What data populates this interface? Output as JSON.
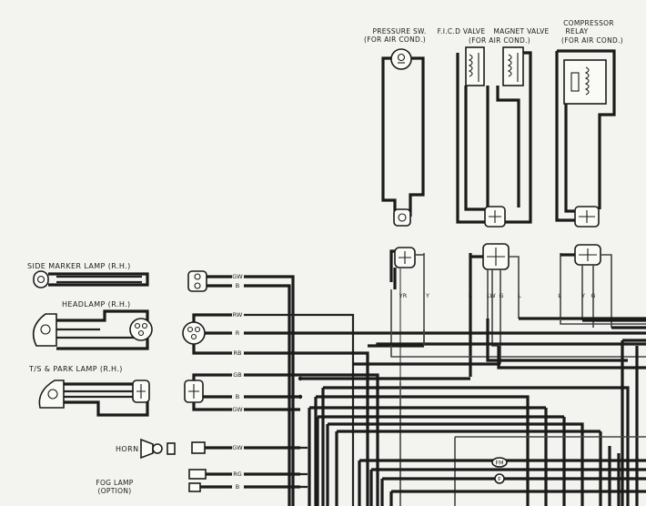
{
  "components": {
    "pressure_switch": [
      "PRESSURE SW.",
      "(FOR AIR COND.)"
    ],
    "ficd_valve": [
      "F.I.C.D VALVE"
    ],
    "magnet_valve": [
      "MAGNET VALVE",
      "(FOR AIR COND.)"
    ],
    "compressor_relay": [
      "COMPRESSOR",
      "RELAY",
      "(FOR AIR COND.)"
    ],
    "side_marker_lamp": "SIDE MARKER LAMP (R.H.)",
    "headlamp": "HEADLAMP  (R.H.)",
    "ts_park_lamp": "T/S & PARK LAMP (R.H.)",
    "horn": "HORN",
    "fog_lamp": [
      "FOG LAMP",
      "(OPTION)"
    ]
  },
  "wire_codes": {
    "side_marker": [
      "GW",
      "B"
    ],
    "headlamp": [
      "RW",
      "R",
      "RB"
    ],
    "ts_park": [
      "GB",
      "B",
      "GW"
    ],
    "horn": [
      "GW"
    ],
    "fog_lamp": [
      "RG",
      "B"
    ],
    "top_row": [
      "YR",
      "Y",
      "B",
      "LW",
      "G",
      "L",
      "L",
      "Y",
      "G"
    ]
  },
  "junction_marks": [
    "FM",
    "F"
  ]
}
